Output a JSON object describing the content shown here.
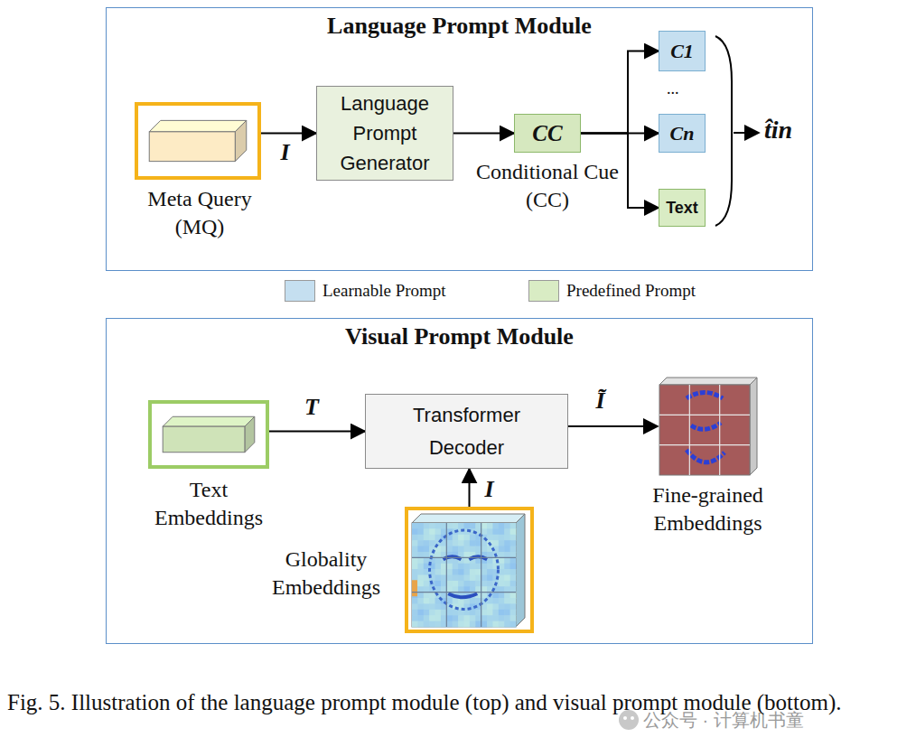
{
  "diagram": {
    "caption": "Fig. 5. Illustration of the language prompt module (top) and visual prompt module (bottom).",
    "nodes": [
      {
        "text": [
          "Language Prompt Module"
        ]
      },
      {
        "text": [
          "Meta Query (MQ)"
        ],
        "in": 0
      },
      {
        "text": [
          "Language Prompt Generator"
        ],
        "in": 0
      },
      {
        "text": [
          "CC",
          "Conditional Cue (CC)"
        ],
        "in": 0
      },
      {
        "text": [
          "C1"
        ],
        "in": 0
      },
      {
        "text": [
          "Cn"
        ],
        "in": 0
      },
      {
        "text": [
          "Text"
        ],
        "in": 0
      },
      {
        "text": [
          "Visual Prompt Module"
        ]
      },
      {
        "text": [
          "Text Embeddings"
        ],
        "in": 7
      },
      {
        "text": [
          "Transformer Decoder"
        ],
        "in": 7
      },
      {
        "text": [
          "Globality Embeddings"
        ],
        "in": 7
      },
      {
        "text": [
          "Fine-grained Embeddings"
        ],
        "in": 7
      }
    ],
    "edges": [
      {
        "from": 1,
        "to": 2,
        "arrow": "to",
        "label": "I"
      },
      {
        "from": 2,
        "to": 3,
        "arrow": "to"
      },
      {
        "from": 3,
        "to": 4,
        "arrow": "to"
      },
      {
        "from": 3,
        "to": 5,
        "arrow": "to"
      },
      {
        "from": 3,
        "to": 6,
        "arrow": "to"
      },
      {
        "from": 8,
        "to": 9,
        "arrow": "to",
        "label": "T"
      },
      {
        "from": 10,
        "to": 9,
        "arrow": "to",
        "label": "I"
      },
      {
        "from": 9,
        "to": 11,
        "arrow": "to",
        "label": "Ĩ"
      }
    ],
    "labels": [
      "...",
      "t̂in",
      "公众号 · 计算机书童"
    ],
    "legend": [
      {
        "text": "Learnable Prompt",
        "color": "#c5dff0"
      },
      {
        "text": "Predefined Prompt",
        "color": "#d9ecc4"
      }
    ]
  }
}
